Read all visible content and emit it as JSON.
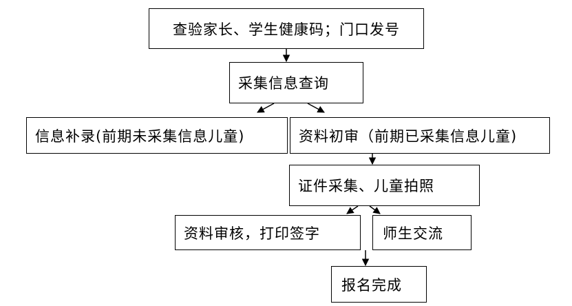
{
  "nodes": {
    "verify": "查验家长、学生健康码；门口发号",
    "query": "采集信息查询",
    "supplement": "信息补录(前期未采集信息儿童)",
    "review": "资料初审（前期已采集信息儿童)",
    "collect": "证件采集、儿童拍照",
    "audit": "资料审核，打印签字",
    "talk": "师生交流",
    "done": "报名完成"
  },
  "colors": {
    "stroke": "#000000",
    "background": "#ffffff"
  }
}
